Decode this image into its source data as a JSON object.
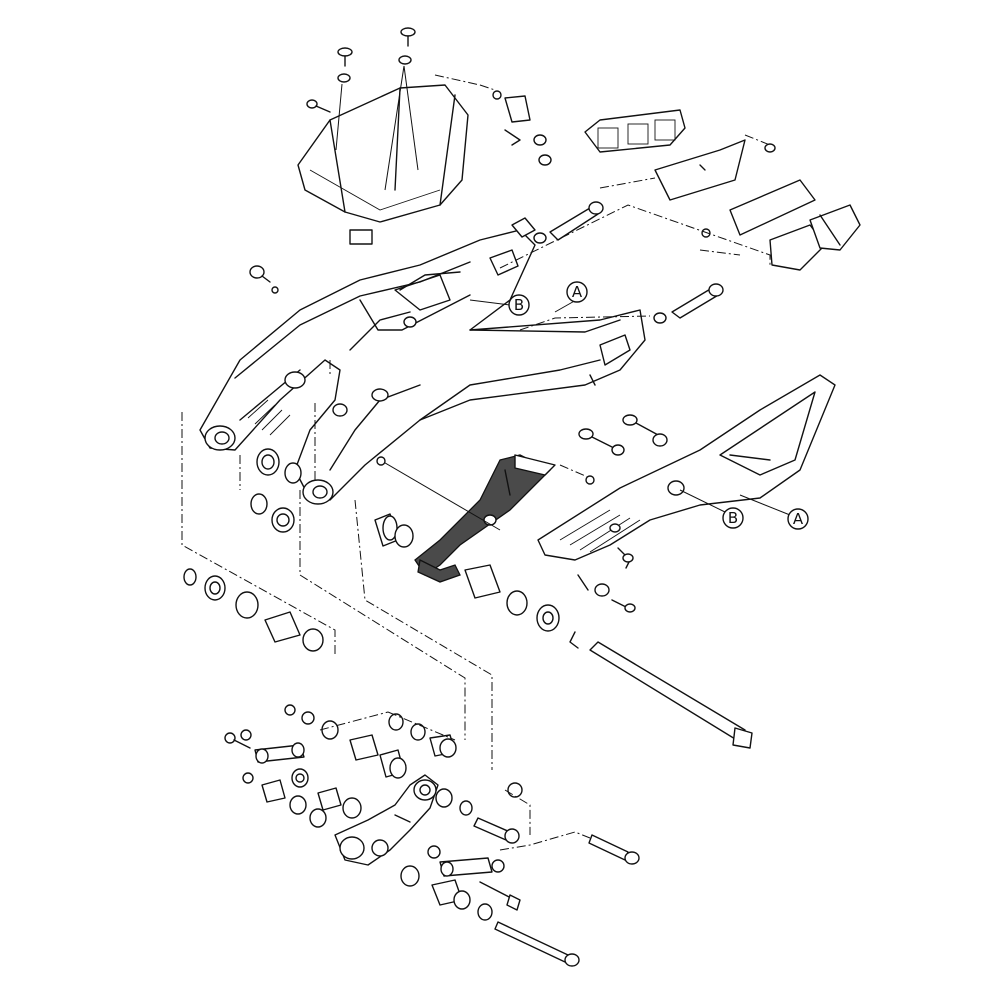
{
  "callouts": [
    {
      "id": "A",
      "label": "A"
    },
    {
      "id": "B",
      "label": "B"
    }
  ],
  "colors": {
    "line": "#111111",
    "highlighted_part": "#4a4a4a",
    "background": "#ffffff"
  }
}
